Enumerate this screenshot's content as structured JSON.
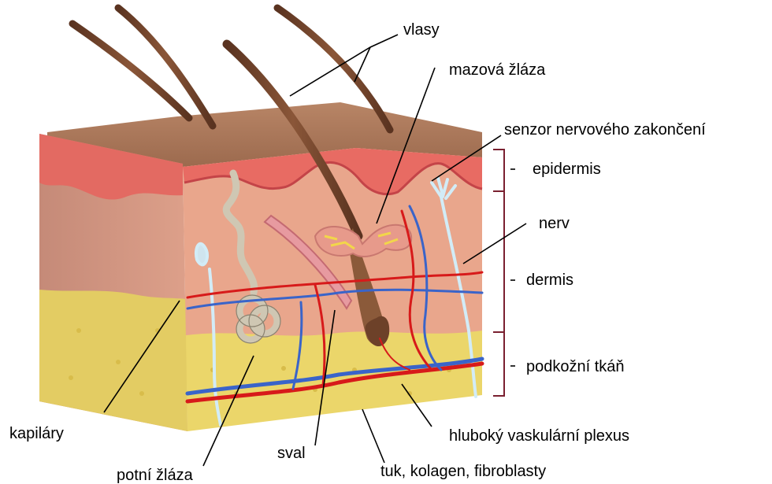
{
  "labels": {
    "hair": "vlasy",
    "sebaceous_gland": "mazová žláza",
    "nerve_ending_sensor": "senzor nervového zakončení",
    "epidermis": "epidermis",
    "nerve": "nerv",
    "dermis": "dermis",
    "subcutaneous_tissue": "podkožní tkáň",
    "capillaries": "kapiláry",
    "sweat_gland": "potní žláza",
    "muscle": "sval",
    "deep_vascular_plexus": "hluboký vaskulární plexus",
    "fat_collagen_fibroblasts": "tuk, kolagen, fibroblasty"
  },
  "colors": {
    "skin_surface": "#a9775a",
    "epidermis_outer": "#e76b63",
    "epidermis_inner": "#cc4e4f",
    "dermis": "#e7a58d",
    "dermis_shadow": "#c98a78",
    "subcutaneous": "#ead56a",
    "hair": "#6e4128",
    "artery": "#d81818",
    "vein": "#3a62c8",
    "nerve": "#cfe8f3",
    "sweat_gland": "#d8d1c0",
    "sebaceous": "#f2d64a",
    "bracket": "#7a2030"
  }
}
